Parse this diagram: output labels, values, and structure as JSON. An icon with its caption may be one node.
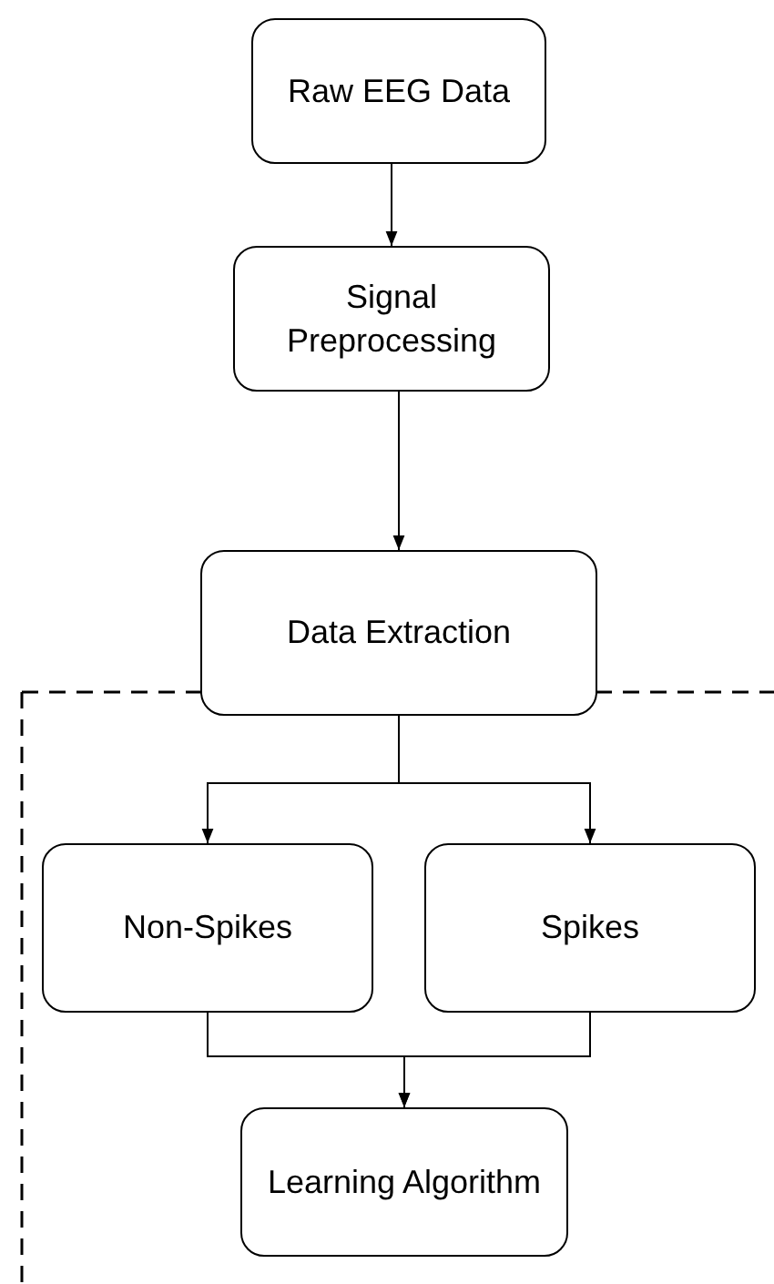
{
  "diagram": {
    "nodes": [
      {
        "text": [
          "Raw EEG Data"
        ]
      },
      {
        "text": [
          "Signal Preprocessing"
        ]
      },
      {
        "text": [
          "Data Extraction"
        ]
      },
      {
        "text": [
          "Non-Spikes"
        ]
      },
      {
        "text": [
          "Spikes"
        ]
      },
      {
        "text": [
          "Learning Algorithm"
        ]
      }
    ],
    "edges": [
      {
        "from": 0,
        "to": 1,
        "arrow": "to"
      },
      {
        "from": 1,
        "to": 2,
        "arrow": "to"
      },
      {
        "from": 2,
        "to": 3,
        "arrow": "to"
      },
      {
        "from": 2,
        "to": 4,
        "arrow": "to"
      },
      {
        "from": 3,
        "to": 5,
        "arrow": "to"
      },
      {
        "from": 4,
        "to": 5,
        "arrow": "to"
      }
    ]
  }
}
